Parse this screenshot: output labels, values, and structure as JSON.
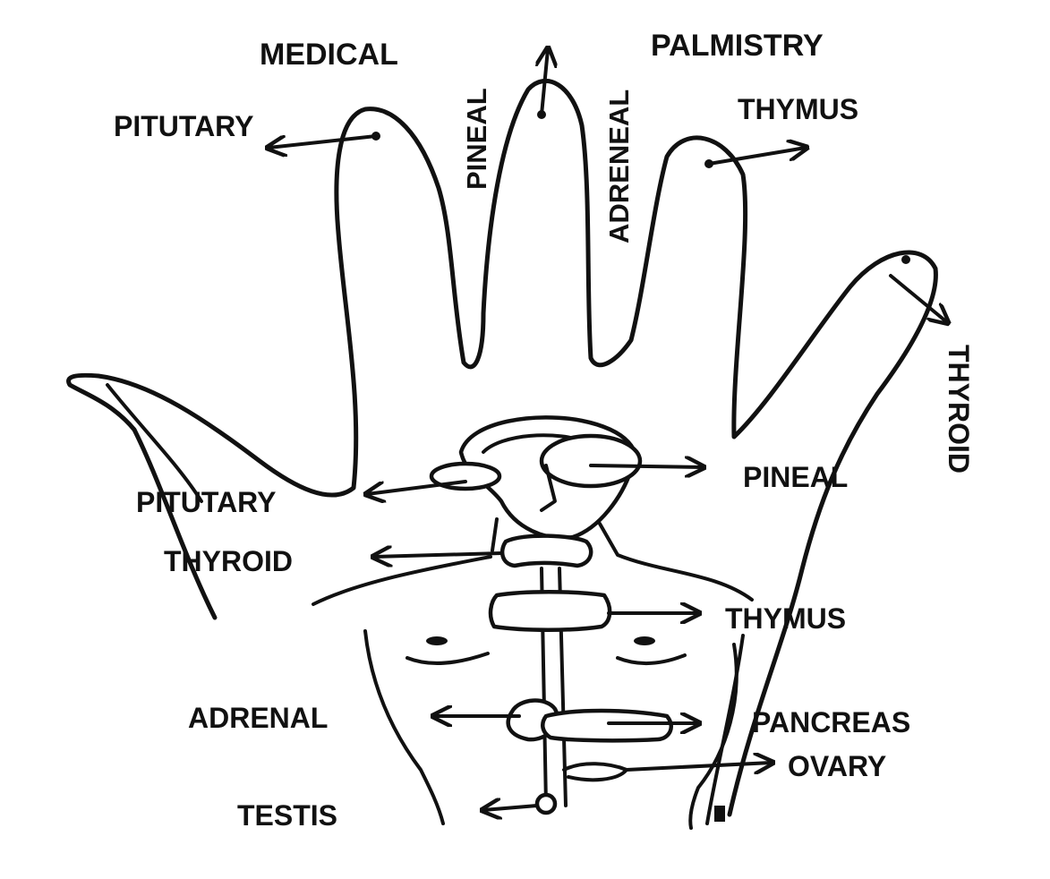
{
  "headings": {
    "left": "MEDICAL",
    "right": "PALMISTRY"
  },
  "finger_labels": {
    "index": "PITUTARY",
    "middle": "PINEAL",
    "ring": "ADRENEAL",
    "ring_top": "THYMUS",
    "little": "THYROID"
  },
  "body_labels": {
    "pitutary": "PITUTARY",
    "pineal": "PINEAL",
    "thyroid": "THYROID",
    "thymus": "THYMUS",
    "adrenal": "ADRENAL",
    "pancreas": "PANCREAS",
    "ovary": "OVARY",
    "testis": "TESTIS"
  },
  "colors": {
    "ink": "#111111",
    "paper": "#ffffff"
  }
}
